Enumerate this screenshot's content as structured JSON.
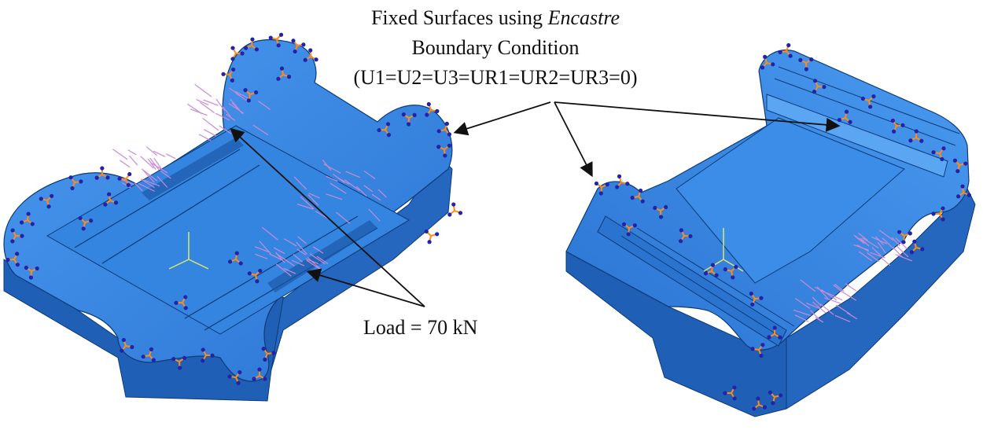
{
  "annotations": {
    "fixed_line1_prefix": "Fixed Surfaces using ",
    "fixed_line1_emphasis": "Encastre",
    "fixed_line2": "Boundary Condition",
    "fixed_line3": "(U1=U2=U3=UR1=UR2=UR3=0)",
    "load": "Load = 70 kN"
  },
  "colors": {
    "part_top": "#2f7fdc",
    "part_face": "#3b8de8",
    "part_side": "#1f5fb5",
    "part_edge": "#0d3a78",
    "constraint_dot": "#2222aa",
    "constraint_arm": "#ff8c1a",
    "load_arrow": "#c98bd6",
    "triad": "#d8e86a",
    "leader": "#111111"
  },
  "icons": {
    "constraint_marker": "encastre-constraint-icon",
    "load_marker": "load-arrow-icon",
    "triad": "coordinate-triad-icon"
  }
}
